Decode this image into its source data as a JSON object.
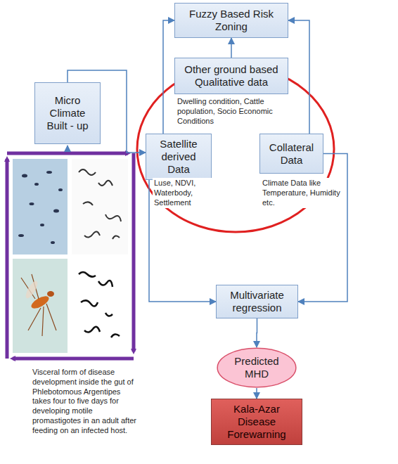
{
  "diagram": {
    "nodes": [
      {
        "text": [
          "Fuzzy Based Risk Zoning"
        ]
      },
      {
        "text": [
          "Other ground based Qualitative data"
        ]
      },
      {
        "text": [
          "Micro Climate Built - up"
        ]
      },
      {
        "text": [
          "Satellite derived Data"
        ]
      },
      {
        "text": [
          "Collateral Data"
        ]
      },
      {
        "text": [
          "Multivariate regression"
        ]
      },
      {
        "text": [
          "Predicted MHD"
        ]
      },
      {
        "text": [
          "Kala-Azar Disease Forewarning"
        ]
      }
    ],
    "edges": [
      {
        "from": 2,
        "to": 3,
        "arrow": "to"
      },
      {
        "from": 3,
        "to": 0,
        "arrow": "to"
      },
      {
        "from": 1,
        "to": 0,
        "arrow": "to"
      },
      {
        "from": 4,
        "to": 0,
        "arrow": "to"
      },
      {
        "from": 3,
        "to": 5,
        "arrow": "to"
      },
      {
        "from": 4,
        "to": 5,
        "arrow": "to"
      },
      {
        "from": 5,
        "to": 6,
        "arrow": "to"
      },
      {
        "from": 6,
        "to": 7,
        "arrow": "to"
      }
    ],
    "labels": [
      "Dwelling condition, Cattle population, Socio Economic Conditions",
      "Luse, NDVI, Waterbody, Settlement",
      "Climate Data like Temperature, Humidity etc.",
      "Visceral form of disease development inside the gut of Phlebotomous Argentipes takes four to five days for developing motile promastigotes in an adult after feeding on an infected host."
    ]
  }
}
